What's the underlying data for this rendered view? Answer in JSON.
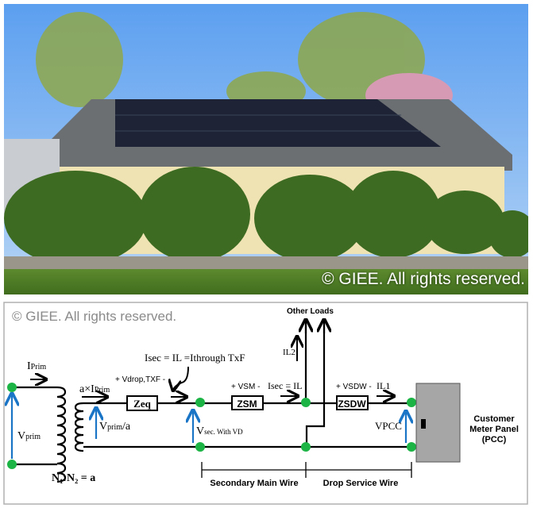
{
  "photo": {
    "watermark": "© GIEE. All rights reserved."
  },
  "diagram": {
    "watermark": "© GIEE. All rights reserved.",
    "labels": {
      "i_prim": "I",
      "i_prim_sub": "Prim",
      "v_prim": "V",
      "v_prim_sub": "prim",
      "turns_ratio": "N₁:N₂ = a",
      "a_i_prim": "a×I",
      "a_i_prim_sub": "Prim",
      "v_prim_a": "V",
      "v_prim_a_sub": "prim",
      "v_prim_a_tail": "/a",
      "v_drop_txf": "+ Vdrop,TXF -",
      "i_sec_eq": "Isec = IL =Ithrough TxF",
      "z_eq": "Zeq",
      "v_sec": "V",
      "v_sec_sub": "sec. With VD",
      "v_sm": "+ VSM -",
      "z_sm": "ZSM",
      "i_sec_il": "Isec = IL",
      "other_loads": "Other Loads",
      "i_l2": "IL2",
      "v_sdw": "+ VSDW -",
      "z_sdw": "ZSDW",
      "i_l1": "IL1",
      "v_pcc": "VPCC",
      "panel_line1": "Customer",
      "panel_line2": "Meter Panel",
      "panel_line3": "(PCC)",
      "secondary_main_wire": "Secondary Main Wire",
      "drop_service_wire": "Drop Service Wire"
    },
    "colors": {
      "node": "#1db446",
      "voltage_arrow": "#1a75c7",
      "panel": "#a6a6a6"
    }
  }
}
